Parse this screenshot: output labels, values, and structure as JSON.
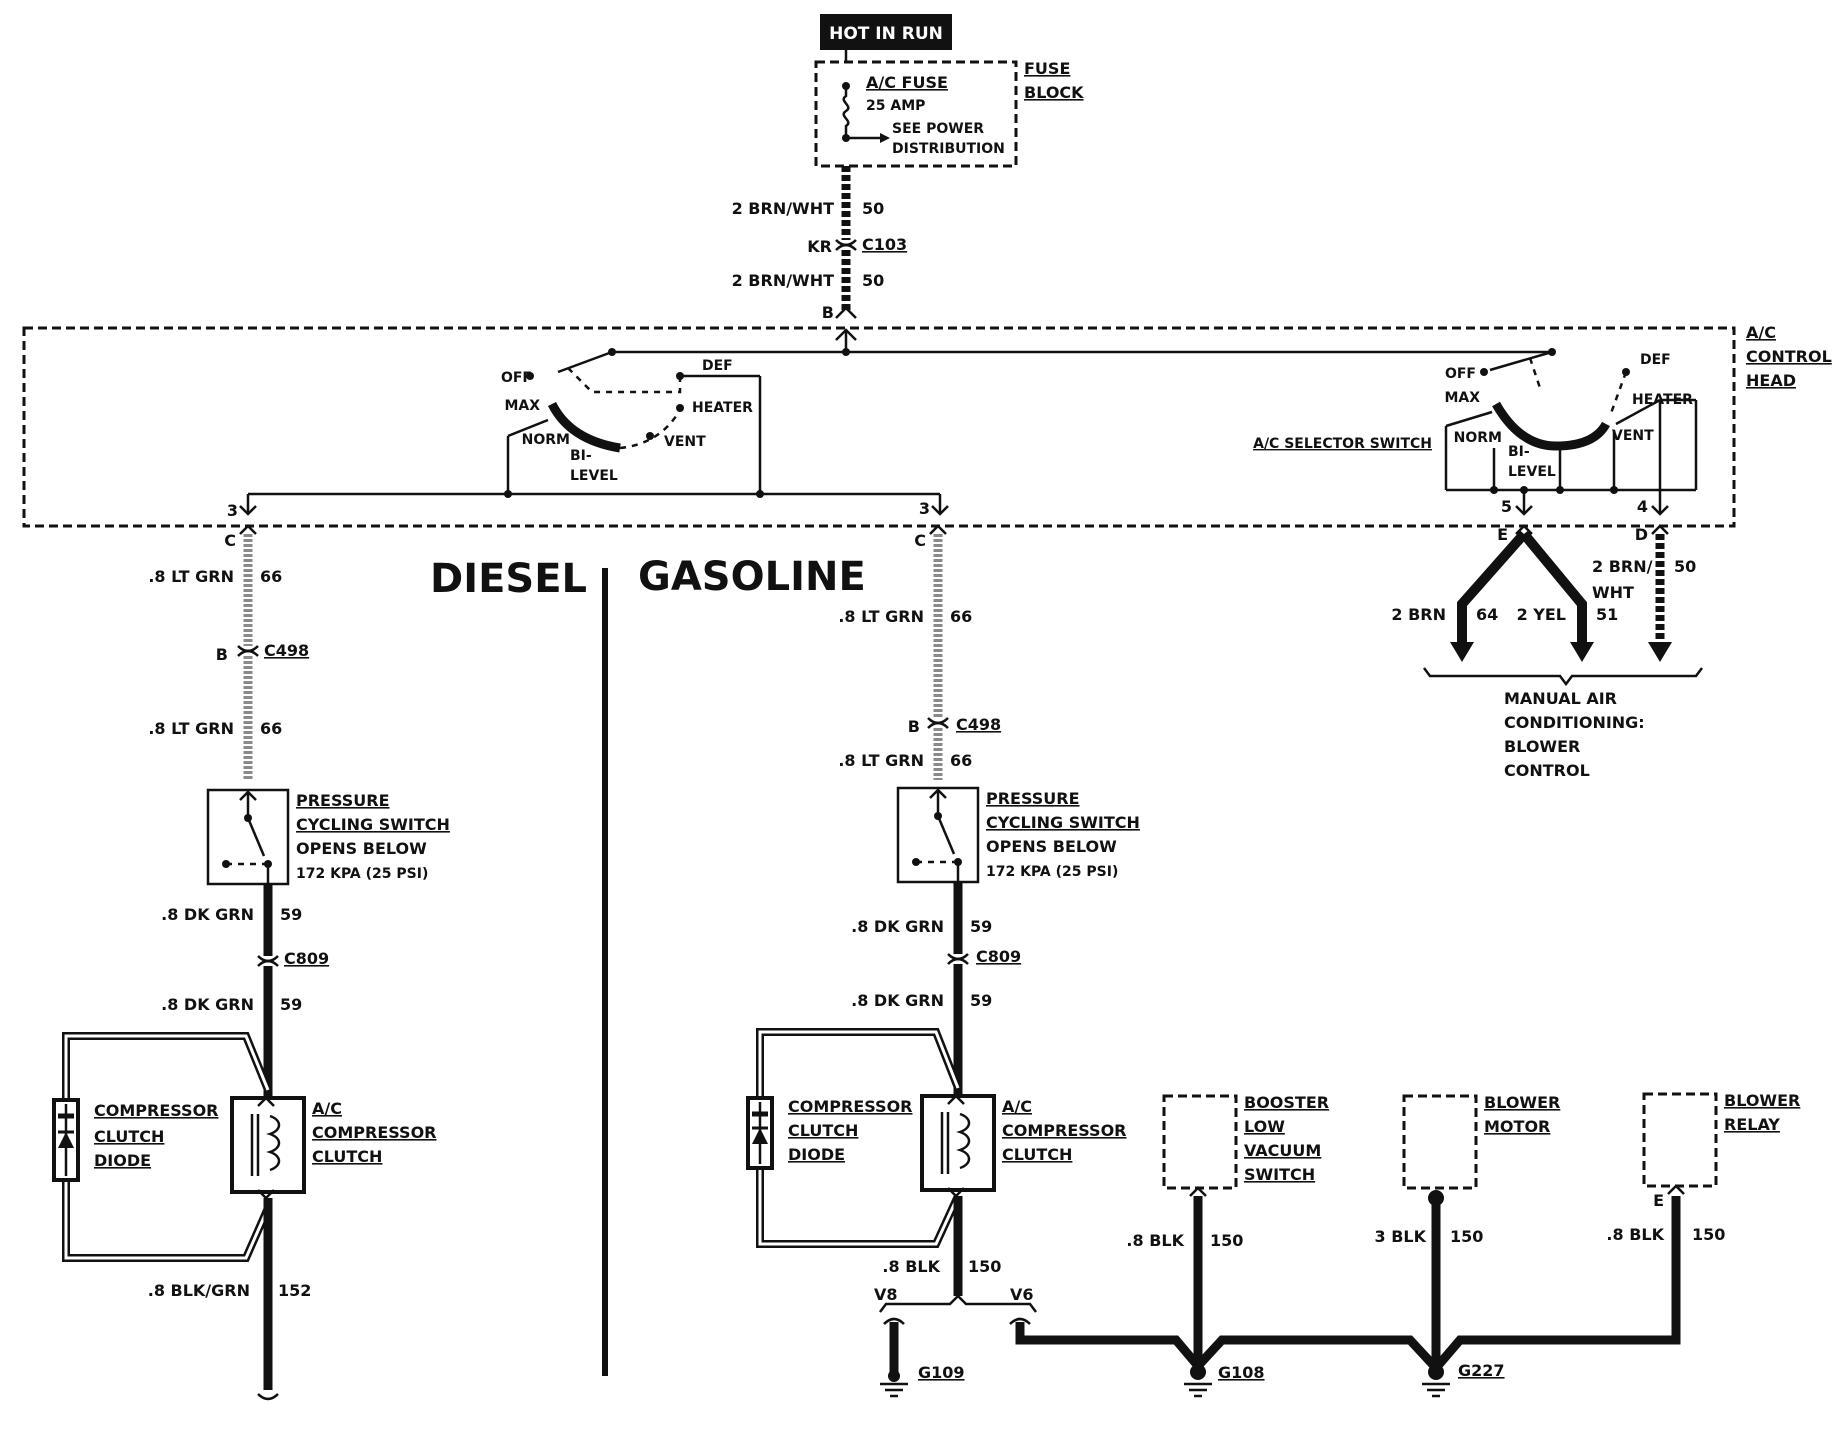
{
  "supply": {
    "hot_in_run": "HOT IN RUN",
    "fuse_name": "A/C FUSE",
    "fuse_rating": "25 AMP",
    "see_power_1": "SEE POWER",
    "see_power_2": "DISTRIBUTION",
    "fuse_block_1": "FUSE",
    "fuse_block_2": "BLOCK",
    "wire_top_1": "2 BRN/WHT",
    "circuit_50": "50",
    "connector_kr": "KR",
    "connector_c103": "C103",
    "wire_top_2": "2 BRN/WHT",
    "pin_b": "B"
  },
  "control_head": {
    "title_1": "A/C",
    "title_2": "CONTROL",
    "title_3": "HEAD",
    "selector_switch": "A/C SELECTOR SWITCH",
    "positions": {
      "off": "OFF",
      "def": "DEF",
      "max": "MAX",
      "heater": "HEATER",
      "norm": "NORM",
      "vent": "VENT",
      "bi": "BI-",
      "level": "LEVEL"
    },
    "pin_3": "3",
    "pin_5": "5",
    "pin_4": "4",
    "pin_c": "C",
    "pin_e": "E",
    "pin_d": "D"
  },
  "sections": {
    "diesel": "DIESEL",
    "gasoline": "GASOLINE"
  },
  "blower_outputs": {
    "wire_brn": "2 BRN",
    "circuit_64": "64",
    "wire_yel": "2 YEL",
    "circuit_51": "51",
    "wire_brnwht_1": "2 BRN/",
    "wire_brnwht_2": "WHT",
    "circuit_50": "50",
    "dest_1": "MANUAL AIR",
    "dest_2": "CONDITIONING:",
    "dest_3": "BLOWER",
    "dest_4": "CONTROL"
  },
  "branch": {
    "wire_ltgrn": ".8 LT GRN",
    "circuit_66": "66",
    "pin_b": "B",
    "connector_c498": "C498",
    "switch_1": "PRESSURE",
    "switch_2": "CYCLING SWITCH",
    "switch_3": "OPENS BELOW",
    "switch_4": "172 KPA (25 PSI)",
    "wire_dkgrn": ".8 DK GRN",
    "circuit_59": "59",
    "connector_c809": "C809",
    "diode_1": "COMPRESSOR",
    "diode_2": "CLUTCH",
    "diode_3": "DIODE",
    "clutch_1": "A/C",
    "clutch_2": "COMPRESSOR",
    "clutch_3": "CLUTCH"
  },
  "diesel_ground": {
    "wire": ".8 BLK/GRN",
    "circuit": "152"
  },
  "gas_ground": {
    "wire_blk": ".8 BLK",
    "circuit_150": "150",
    "v8": "V8",
    "v6": "V6",
    "g109": "G109",
    "g108": "G108",
    "g227": "G227",
    "booster_1": "BOOSTER",
    "booster_2": "LOW",
    "booster_3": "VACUUM",
    "booster_4": "SWITCH",
    "motor_1": "BLOWER",
    "motor_2": "MOTOR",
    "relay_1": "BLOWER",
    "relay_2": "RELAY",
    "wire_3blk": "3 BLK",
    "pin_e": "E"
  }
}
